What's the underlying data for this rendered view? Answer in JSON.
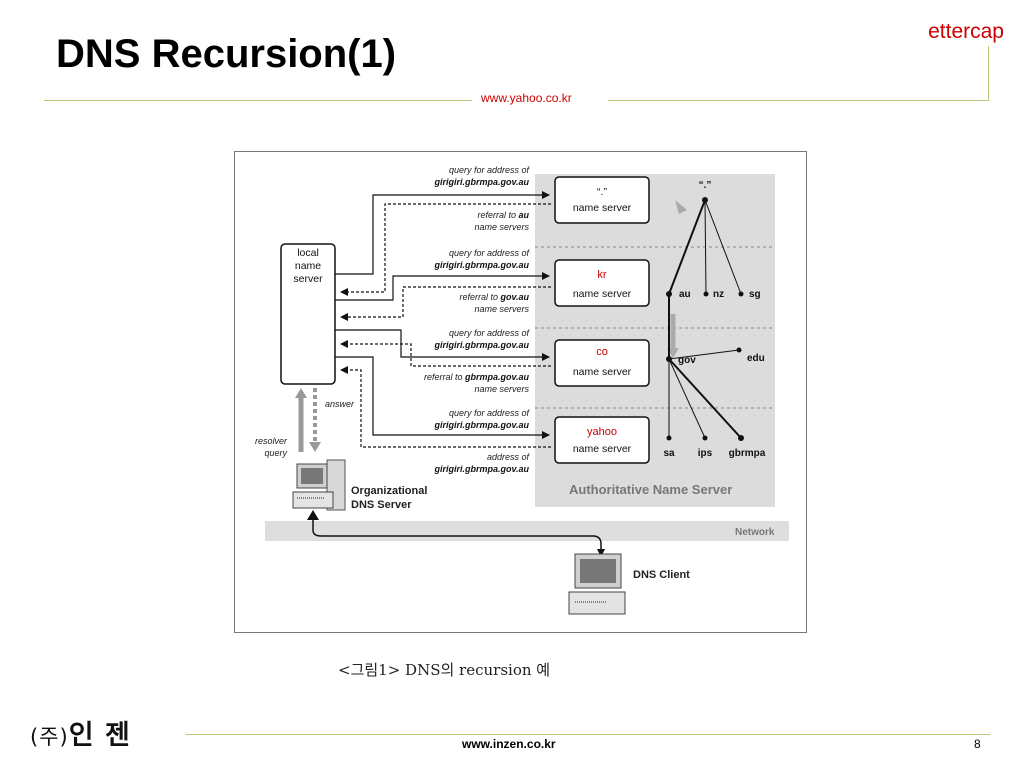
{
  "slide": {
    "title": "DNS Recursion(1)",
    "brand": "ettercap",
    "top_url": "www.yahoo.co.kr",
    "caption": "<그림1> DNS의 recursion 예",
    "bottom_url": "www.inzen.co.kr",
    "page_number": "8",
    "logo_paren": "(주)",
    "logo_text": "인 젠",
    "accent_color": "#cc0000",
    "rule_color": "#b9c777"
  },
  "diagram": {
    "local_ns": [
      "local",
      "name",
      "server"
    ],
    "servers": [
      {
        "zone": "“.”",
        "label": "name server"
      },
      {
        "zone": "kr",
        "label": "name server"
      },
      {
        "zone": "co",
        "label": "name server"
      },
      {
        "zone": "yahoo",
        "label": "name server"
      }
    ],
    "queries": [
      {
        "line1": "query for address of",
        "line2": "girigiri.gbrmpa.gov.au"
      },
      {
        "line1": "query for address of",
        "line2": "girigiri.gbrmpa.gov.au"
      },
      {
        "line1": "query for address of",
        "line2": "girigiri.gbrmpa.gov.au"
      },
      {
        "line1": "query for address of",
        "line2": "girigiri.gbrmpa.gov.au"
      }
    ],
    "responses": [
      {
        "l1_pre": "referral to ",
        "l1_bold": "au",
        "l2": "name servers"
      },
      {
        "l1_pre": "referral to ",
        "l1_bold": "gov.au",
        "l2": "name servers"
      },
      {
        "l1_pre": "referral to ",
        "l1_bold": "gbrmpa.gov.au",
        "l2": "name servers"
      },
      {
        "l1_pre": "address of",
        "l1_bold": "",
        "l2": "girigiri.gbrmpa.gov.au"
      }
    ],
    "tree_root": "“.”",
    "tree_nodes": [
      "au",
      "nz",
      "sg",
      "gov",
      "edu",
      "sa",
      "ips",
      "gbrmpa"
    ],
    "answer_label": "answer",
    "resolver_query": [
      "resolver",
      "query"
    ],
    "org_server": [
      "Organizational",
      "DNS Server"
    ],
    "authoritative": "Authoritative Name Server",
    "network": "Network",
    "dns_client": "DNS Client"
  }
}
